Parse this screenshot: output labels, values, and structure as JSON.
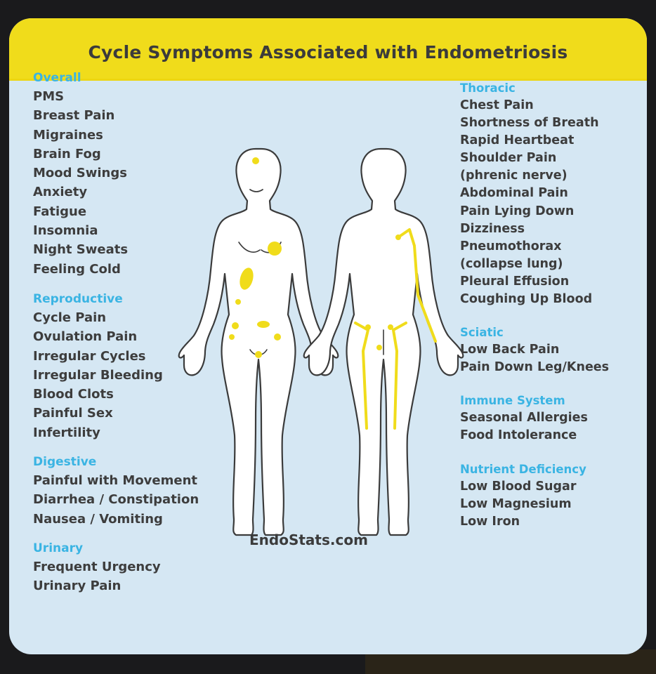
{
  "title": "Cycle Symptoms Associated with Endometriosis",
  "website": "EndoStats.com",
  "colors": {
    "header": "#f0dc1b",
    "background": "#d5e7f3",
    "section_title": "#3ab4e3",
    "text": "#3d3d3d",
    "marker": "#f0dc1b"
  },
  "left_sections": [
    {
      "title": "Overall",
      "items": [
        "PMS",
        "Breast Pain",
        "Migraines",
        "Brain Fog",
        "Mood Swings",
        "Anxiety",
        "Fatigue",
        "Insomnia",
        "Night Sweats",
        "Feeling Cold"
      ]
    },
    {
      "title": "Reproductive",
      "items": [
        "Cycle Pain",
        "Ovulation Pain",
        "Irregular Cycles",
        "Irregular Bleeding",
        "Blood Clots",
        "Painful Sex",
        "Infertility"
      ]
    },
    {
      "title": "Digestive",
      "items": [
        "Painful with Movement",
        "Diarrhea / Constipation",
        "Nausea / Vomiting"
      ]
    },
    {
      "title": "Urinary",
      "items": [
        "Frequent Urgency",
        "Urinary Pain"
      ]
    }
  ],
  "right_sections": [
    {
      "title": "Thoracic",
      "items": [
        "Chest Pain",
        "Shortness of Breath",
        "Rapid Heartbeat",
        "Shoulder Pain",
        "(phrenic nerve)",
        "Abdominal Pain",
        "Pain Lying Down",
        "Dizziness",
        "Pneumothorax",
        "(collapse lung)",
        "Pleural Effusion",
        "Coughing Up Blood"
      ]
    },
    {
      "title": "Sciatic",
      "items": [
        "Low Back Pain",
        "Pain Down Leg/Knees"
      ]
    },
    {
      "title": "Immune System",
      "items": [
        "Seasonal Allergies",
        "Food Intolerance"
      ]
    },
    {
      "title": "Nutrient Deficiency",
      "items": [
        "Low Blood Sugar",
        "Low Magnesium",
        "Low Iron"
      ]
    }
  ]
}
